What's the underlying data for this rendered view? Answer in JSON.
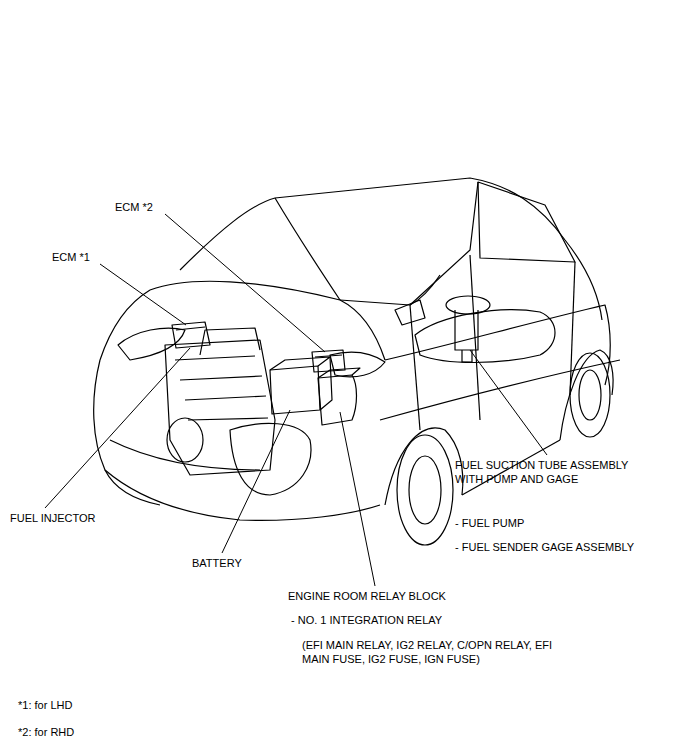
{
  "diagram": {
    "labels": [
      "ECM *2",
      "ECM *1",
      "FUEL INJECTOR",
      "BATTERY",
      "ENGINE ROOM RELAY BLOCK",
      "- NO. 1 INTEGRATION RELAY",
      "(EFI MAIN RELAY, IG2 RELAY, C/OPN RELAY, EFI MAIN FUSE, IG2 FUSE, IGN FUSE)",
      "FUEL SUCTION TUBE ASSEMBLY WITH PUMP AND GAGE",
      "- FUEL PUMP",
      "- FUEL SENDER GAGE ASSEMBLY",
      "*1: for LHD",
      "*2: for RHD"
    ]
  }
}
